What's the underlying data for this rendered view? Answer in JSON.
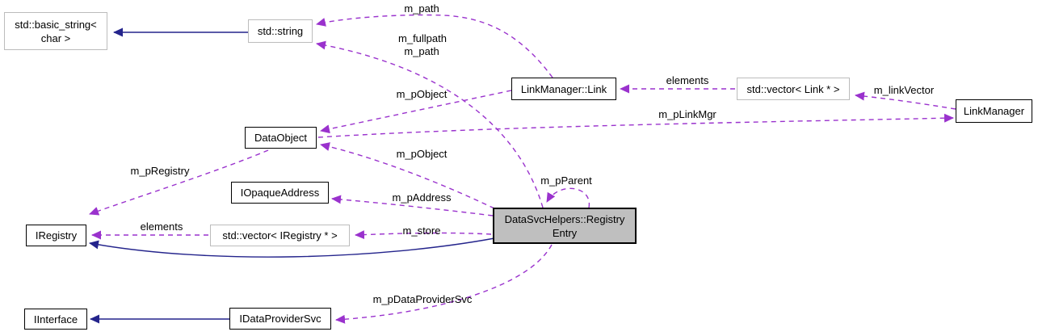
{
  "diagram": {
    "type": "doxygen-collaboration-graph",
    "colors": {
      "usage_edge": "#9a32cd",
      "inheritance_edge": "#24248c",
      "node_fill": "#ffffff",
      "highlight_node_fill": "#bfbfbf",
      "external_node_border": "#bcbcbc",
      "node_border": "#000000"
    },
    "nodes": {
      "basic_string": {
        "line1": "std::basic_string<",
        "line2": "char >"
      },
      "string": {
        "label": "std::string"
      },
      "link": {
        "label": "LinkManager::Link"
      },
      "vector_link": {
        "label": "std::vector< Link * >"
      },
      "link_manager": {
        "label": "LinkManager"
      },
      "data_object": {
        "label": "DataObject"
      },
      "opaque_address": {
        "label": "IOpaqueAddress"
      },
      "registry_entry": {
        "line1": "DataSvcHelpers::Registry",
        "line2": "Entry"
      },
      "iregistry": {
        "label": "IRegistry"
      },
      "vector_iregistry": {
        "label": "std::vector< IRegistry * >"
      },
      "iinterface": {
        "label": "IInterface"
      },
      "idataprovidersvc": {
        "label": "IDataProviderSvc"
      }
    },
    "edge_labels": {
      "m_path_link": "m_path",
      "m_fullpath": "m_fullpath",
      "m_path_registry": "m_path",
      "elements_link": "elements",
      "m_linkVector": "m_linkVector",
      "m_pLinkMgr": "m_pLinkMgr",
      "m_pObject_link": "m_pObject",
      "m_pObject_registry": "m_pObject",
      "m_pRegistry": "m_pRegistry",
      "m_pParent": "m_pParent",
      "m_pAddress": "m_pAddress",
      "elements_iregistry": "elements",
      "m_store": "m_store",
      "m_pDataProviderSvc": "m_pDataProviderSvc"
    }
  }
}
